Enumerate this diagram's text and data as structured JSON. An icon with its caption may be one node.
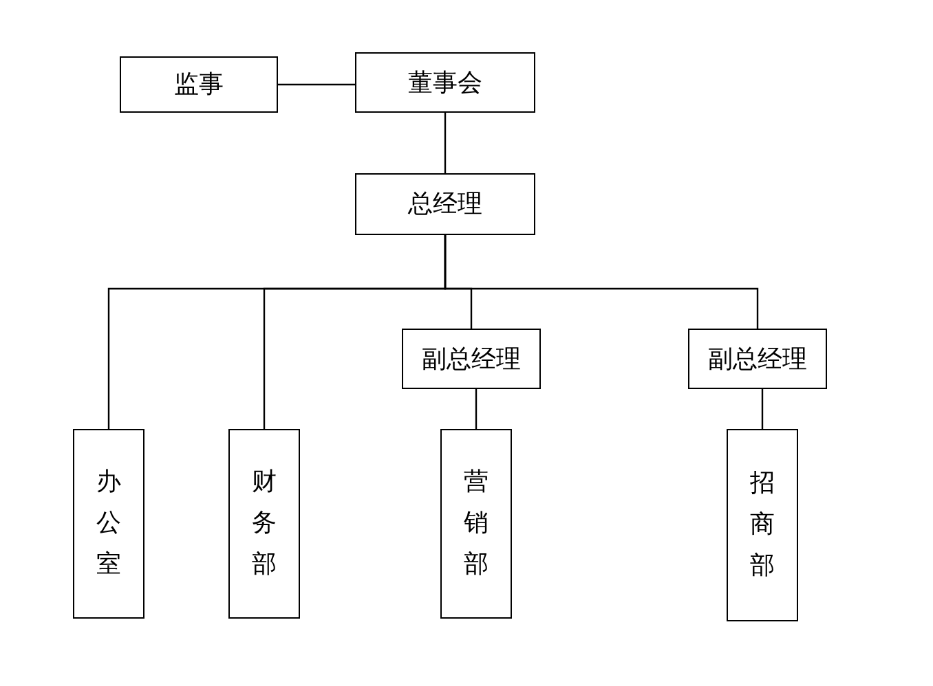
{
  "diagram": {
    "nodes": [
      {
        "text": [
          "监事"
        ]
      },
      {
        "text": [
          "董事会"
        ]
      },
      {
        "text": [
          "总经理"
        ]
      },
      {
        "text": [
          "办公室"
        ]
      },
      {
        "text": [
          "财务部"
        ]
      },
      {
        "text": [
          "副总经理"
        ]
      },
      {
        "text": [
          "营销部"
        ]
      },
      {
        "text": [
          "副总经理"
        ]
      },
      {
        "text": [
          "招商部"
        ]
      }
    ],
    "edges": [
      {
        "from": 0,
        "to": 1,
        "arrow": "none"
      },
      {
        "from": 1,
        "to": 2,
        "arrow": "none"
      },
      {
        "from": 2,
        "to": 3,
        "arrow": "none"
      },
      {
        "from": 2,
        "to": 4,
        "arrow": "none"
      },
      {
        "from": 2,
        "to": 5,
        "arrow": "none"
      },
      {
        "from": 2,
        "to": 7,
        "arrow": "none"
      },
      {
        "from": 5,
        "to": 6,
        "arrow": "none"
      },
      {
        "from": 7,
        "to": 8,
        "arrow": "none"
      }
    ]
  }
}
